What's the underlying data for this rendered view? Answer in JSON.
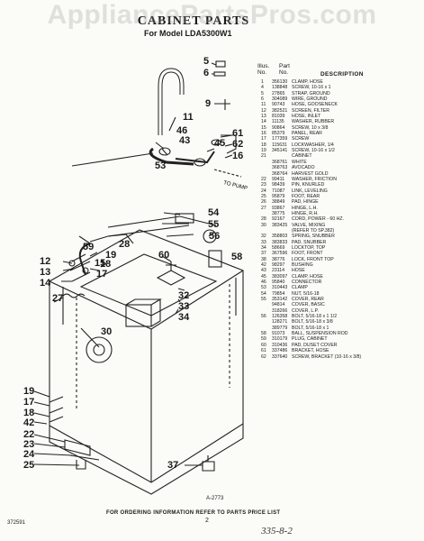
{
  "watermark": "AppliancePartsPros.com",
  "header": {
    "title": "CABINET PARTS",
    "subtitle": "For Model LDA5300W1"
  },
  "table_header": {
    "col1": "Illus.\nNo.",
    "col2": "Part\nNo.",
    "col3": "DESCRIPTION"
  },
  "parts": [
    {
      "ill": "1",
      "pn": "356130",
      "desc": "CLAMP, HOSE"
    },
    {
      "ill": "4",
      "pn": "138848",
      "desc": "SCREW, 10-16 x 1"
    },
    {
      "ill": "5",
      "pn": "27865",
      "desc": "STRAP, GROUND"
    },
    {
      "ill": "6",
      "pn": "304089",
      "desc": "WIRE, GROUND"
    },
    {
      "ill": "11",
      "pn": "90743",
      "desc": "HOSE, GOOSENECK"
    },
    {
      "ill": "12",
      "pn": "382521",
      "desc": "SCREEN, FILTER"
    },
    {
      "ill": "13",
      "pn": "81039",
      "desc": "HOSE, INLET"
    },
    {
      "ill": "14",
      "pn": "11135",
      "desc": "WASHER, RUBBER"
    },
    {
      "ill": "15",
      "pn": "90864",
      "desc": "SCREW, 10 x 3/8"
    },
    {
      "ill": "16",
      "pn": "85379",
      "desc": "PANEL, REAR"
    },
    {
      "ill": "17",
      "pn": "177359",
      "desc": "SCREW"
    },
    {
      "ill": "18",
      "pn": "115631",
      "desc": "LOCKWASHER, 1/4"
    },
    {
      "ill": "19",
      "pn": "345141",
      "desc": "SCREW, 10-16 x 1/2"
    },
    {
      "ill": "21",
      "pn": "",
      "desc": "CABINET"
    },
    {
      "ill": "",
      "pn": "368761",
      "desc": "WHITE"
    },
    {
      "ill": "",
      "pn": "368763",
      "desc": "AVOCADO"
    },
    {
      "ill": "",
      "pn": "368764",
      "desc": "HARVEST GOLD"
    },
    {
      "ill": "22",
      "pn": "99411",
      "desc": "WASHER, FRICTION"
    },
    {
      "ill": "23",
      "pn": "98439",
      "desc": "PIN, KNURLED"
    },
    {
      "ill": "24",
      "pn": "71087",
      "desc": "LINK, LEVELING"
    },
    {
      "ill": "25",
      "pn": "95879",
      "desc": "FOOT, REAR"
    },
    {
      "ill": "26",
      "pn": "38849",
      "desc": "PAD, HINGE"
    },
    {
      "ill": "27",
      "pn": "93867",
      "desc": "HINGE, L.H."
    },
    {
      "ill": "",
      "pn": "38775",
      "desc": "HINGE, R.H."
    },
    {
      "ill": "28",
      "pn": "92167",
      "desc": "CORD, POWER - 60 HZ."
    },
    {
      "ill": "30",
      "pn": "383425",
      "desc": "VALVE, MIXING"
    },
    {
      "ill": "",
      "pn": "",
      "desc": "(REFER TO SP.382)"
    },
    {
      "ill": "32",
      "pn": "358803",
      "desc": "SPRING, SNUBBER"
    },
    {
      "ill": "33",
      "pn": "383833",
      "desc": "PAD, SNUBBER"
    },
    {
      "ill": "34",
      "pn": "58669",
      "desc": "LOCKTOP, TOP"
    },
    {
      "ill": "37",
      "pn": "367596",
      "desc": "FOOT, FRONT"
    },
    {
      "ill": "38",
      "pn": "38776",
      "desc": "LOCK, FRONT TOP"
    },
    {
      "ill": "42",
      "pn": "98297",
      "desc": "BUSHING"
    },
    {
      "ill": "43",
      "pn": "23114",
      "desc": "HOSE"
    },
    {
      "ill": "45",
      "pn": "383097",
      "desc": "CLAMP, HOSE"
    },
    {
      "ill": "46",
      "pn": "95840",
      "desc": "CONNECTOR"
    },
    {
      "ill": "53",
      "pn": "310443",
      "desc": "CLAMP"
    },
    {
      "ill": "54",
      "pn": "79854",
      "desc": "NUT, 5/16-18"
    },
    {
      "ill": "55",
      "pn": "353142",
      "desc": "COVER, REAR"
    },
    {
      "ill": "",
      "pn": "94814",
      "desc": "COVER, BASIC"
    },
    {
      "ill": "",
      "pn": "318266",
      "desc": "COVER, L.P."
    },
    {
      "ill": "56",
      "pn": "126358",
      "desc": "BOLT, 5/16-18 x 1 1/2"
    },
    {
      "ill": "",
      "pn": "128271",
      "desc": "BOLT, 5/16-18 x 3/8"
    },
    {
      "ill": "",
      "pn": "389779",
      "desc": "BOLT, 5/16-18 x 1"
    },
    {
      "ill": "58",
      "pn": "91073",
      "desc": "BALL, SUSPENSION ROD"
    },
    {
      "ill": "59",
      "pn": "310179",
      "desc": "PLUG, CABINET"
    },
    {
      "ill": "60",
      "pn": "310436",
      "desc": "PAD, DUSET COVER"
    },
    {
      "ill": "61",
      "pn": "337486",
      "desc": "BRACKET, HOSE"
    },
    {
      "ill": "62",
      "pn": "337640",
      "desc": "SCREW, BRACKET (10-16 x 3/8)"
    }
  ],
  "callouts": [
    {
      "id": "c5",
      "text": "5"
    },
    {
      "id": "c6",
      "text": "6"
    },
    {
      "id": "c9",
      "text": "9"
    },
    {
      "id": "c11",
      "text": "11"
    },
    {
      "id": "c46",
      "text": "46"
    },
    {
      "id": "c43",
      "text": "43"
    },
    {
      "id": "c45",
      "text": "45"
    },
    {
      "id": "c53",
      "text": "53"
    },
    {
      "id": "c61",
      "text": "61"
    },
    {
      "id": "c62",
      "text": "62"
    },
    {
      "id": "c16",
      "text": "16"
    },
    {
      "id": "c54",
      "text": "54"
    },
    {
      "id": "c55",
      "text": "55"
    },
    {
      "id": "c56",
      "text": "56"
    },
    {
      "id": "c58",
      "text": "58"
    },
    {
      "id": "c59",
      "text": "59"
    },
    {
      "id": "c12",
      "text": "12"
    },
    {
      "id": "c13",
      "text": "13"
    },
    {
      "id": "c14",
      "text": "14"
    },
    {
      "id": "c15",
      "text": "15"
    },
    {
      "id": "c17",
      "text": "17"
    },
    {
      "id": "c18",
      "text": "18"
    },
    {
      "id": "c19",
      "text": "19"
    },
    {
      "id": "c28",
      "text": "28"
    },
    {
      "id": "c60",
      "text": "60"
    },
    {
      "id": "c27",
      "text": "27"
    },
    {
      "id": "c32",
      "text": "32"
    },
    {
      "id": "c33",
      "text": "33"
    },
    {
      "id": "c34",
      "text": "34"
    },
    {
      "id": "c30",
      "text": "30"
    },
    {
      "id": "c19b",
      "text": "19"
    },
    {
      "id": "c17b",
      "text": "17"
    },
    {
      "id": "c18b",
      "text": "18"
    },
    {
      "id": "c42",
      "text": "42"
    },
    {
      "id": "c22",
      "text": "22"
    },
    {
      "id": "c23",
      "text": "23"
    },
    {
      "id": "c24",
      "text": "24"
    },
    {
      "id": "c25",
      "text": "25"
    },
    {
      "id": "c37",
      "text": "37"
    }
  ],
  "drain_label": "TO PUMP",
  "drawing_number": "A-2773",
  "footer": {
    "order_note": "FOR ORDERING INFORMATION REFER TO PARTS PRICE LIST",
    "doc_number": "372591",
    "page_number": "2",
    "handwritten": "335-8-2"
  }
}
